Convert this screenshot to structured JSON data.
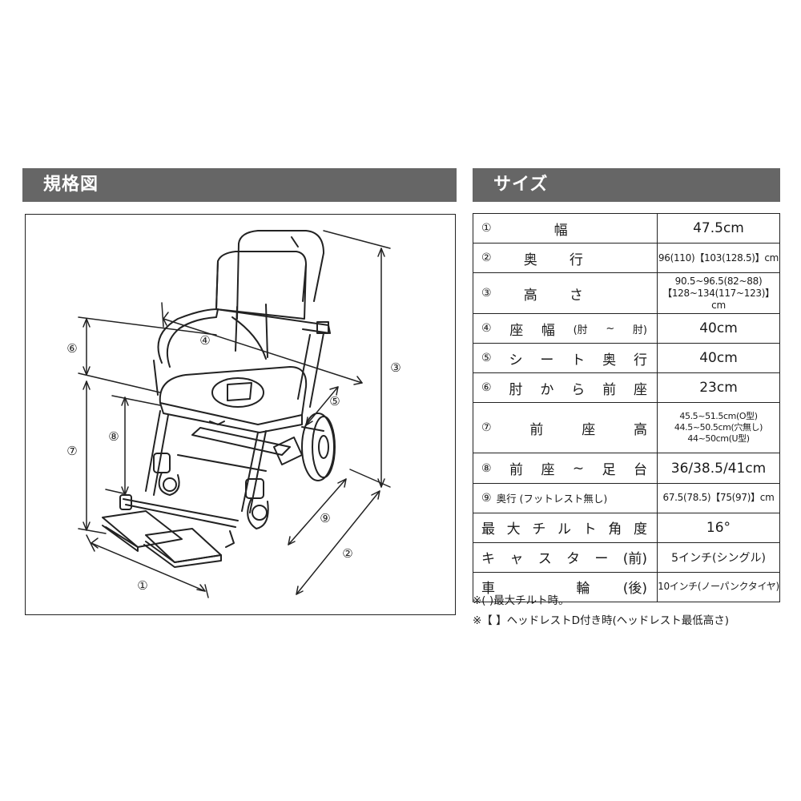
{
  "headers": {
    "left": "規格図",
    "right": "サイズ"
  },
  "diagram": {
    "markers": [
      "①",
      "②",
      "③",
      "④",
      "⑤",
      "⑥",
      "⑦",
      "⑧",
      "⑨"
    ]
  },
  "spec_table": {
    "rows": [
      {
        "chars": [
          "①",
          "幅"
        ],
        "value_lines": [
          "47.5cm"
        ]
      },
      {
        "chars": [
          "②",
          "奥",
          "行"
        ],
        "value_lines": [
          "96(110)【103(128.5)】cm"
        ]
      },
      {
        "chars": [
          "③",
          "高",
          "さ"
        ],
        "value_lines": [
          "90.5~96.5(82~88)",
          "【128~134(117~123)】cm"
        ]
      },
      {
        "chars": [
          "④",
          "座",
          "幅",
          "(肘",
          "~",
          "肘)"
        ],
        "value_lines": [
          "40cm"
        ]
      },
      {
        "chars": [
          "⑤",
          "シ",
          "ー",
          "ト",
          "奥",
          "行"
        ],
        "value_lines": [
          "40cm"
        ]
      },
      {
        "chars": [
          "⑥",
          "肘",
          "か",
          "ら",
          "前",
          "座"
        ],
        "value_lines": [
          "23cm"
        ]
      },
      {
        "chars": [
          "⑦",
          "前",
          "座",
          "高"
        ],
        "value_lines": [
          "45.5~51.5cm(O型)",
          "44.5~50.5cm(穴無し)",
          "44~50cm(U型)"
        ]
      },
      {
        "chars": [
          "⑧",
          "前",
          "座",
          "~",
          "足",
          "台"
        ],
        "value_lines": [
          "36/38.5/41cm"
        ]
      },
      {
        "chars": [
          "⑨",
          "奥行 (フットレスト無し)"
        ],
        "value_lines": [
          "67.5(78.5)【75(97)】cm"
        ]
      },
      {
        "chars": [
          "最",
          "大",
          "チ",
          "ル",
          "ト",
          "角",
          "度"
        ],
        "value_lines": [
          "16°"
        ]
      },
      {
        "chars": [
          "キ",
          "ャ",
          "ス",
          "タ",
          "ー",
          "(前)"
        ],
        "value_lines": [
          "5インチ(シングル)"
        ]
      },
      {
        "chars": [
          "車",
          "輪",
          "(後)"
        ],
        "value_lines": [
          "10インチ(ノーパンクタイヤ)"
        ]
      }
    ]
  },
  "notes": [
    "※( )最大チルト時。",
    "※【 】ヘッドレストD付き時(ヘッドレスト最低高さ)"
  ]
}
